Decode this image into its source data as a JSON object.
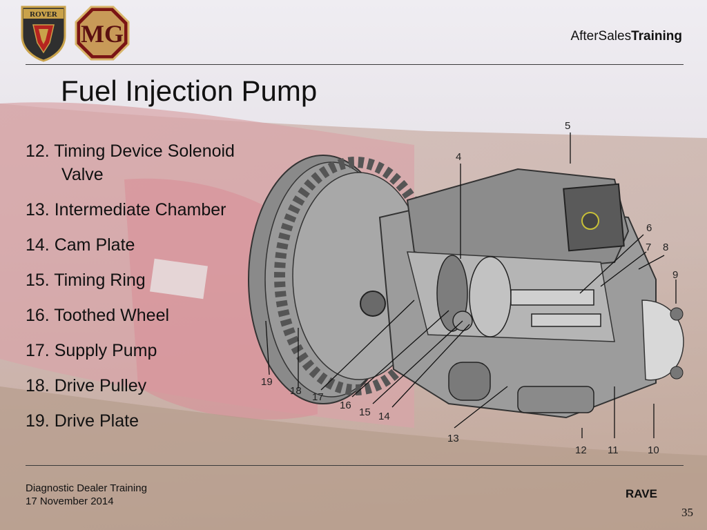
{
  "header": {
    "brand_prefix": "AfterSales",
    "brand_suffix": "Training",
    "logo_rover": "ROVER",
    "logo_mg": "MG"
  },
  "title": "Fuel Injection Pump",
  "list": [
    {
      "number": "12.",
      "label": "Timing Device Solenoid",
      "cont": "Valve"
    },
    {
      "number": "13.",
      "label": "Intermediate Chamber"
    },
    {
      "number": "14.",
      "label": "Cam Plate"
    },
    {
      "number": "15.",
      "label": "Timing Ring"
    },
    {
      "number": "16.",
      "label": "Toothed Wheel"
    },
    {
      "number": "17.",
      "label": "Supply Pump"
    },
    {
      "number": "18.",
      "label": "Drive Pulley"
    },
    {
      "number": "19.",
      "label": "Drive Plate"
    }
  ],
  "callouts": [
    "4",
    "5",
    "6",
    "7",
    "8",
    "9",
    "10",
    "11",
    "12",
    "13",
    "14",
    "15",
    "16",
    "17",
    "18",
    "19"
  ],
  "footer": {
    "line1": "Diagnostic Dealer Training",
    "line2": "17 November 2014",
    "rave": "RAVE",
    "page": "35"
  },
  "colors": {
    "sky": "#e3dde4",
    "car_red": "#d89a9f",
    "road": "#c9a99a",
    "metal": "#8d8d8d",
    "metal_dark": "#5e5e5e"
  }
}
